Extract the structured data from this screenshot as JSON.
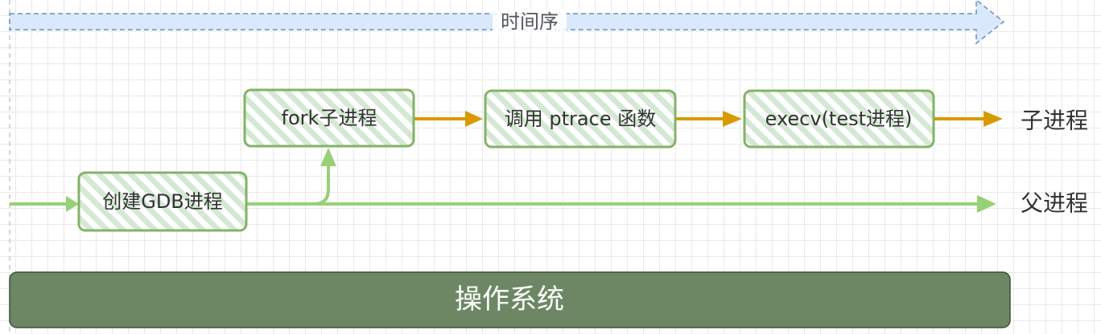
{
  "timeline": {
    "label": "时间序"
  },
  "nodes": {
    "create_gdb": "创建GDB进程",
    "fork_child": "fork子进程",
    "call_ptrace": "调用 ptrace 函数",
    "execv": "execv(test进程)"
  },
  "lanes": {
    "child": "子进程",
    "parent": "父进程"
  },
  "os": {
    "label": "操作系统"
  },
  "colors": {
    "green_stroke": "#82b366",
    "green_fill": "#d5e8d4",
    "green_arrow": "#97d077",
    "orange_arrow": "#d79b00",
    "timeline_fill": "#dae8fc",
    "timeline_stroke": "#6c8ebf",
    "os_fill": "#6d8764",
    "os_stroke": "#3a5431"
  }
}
